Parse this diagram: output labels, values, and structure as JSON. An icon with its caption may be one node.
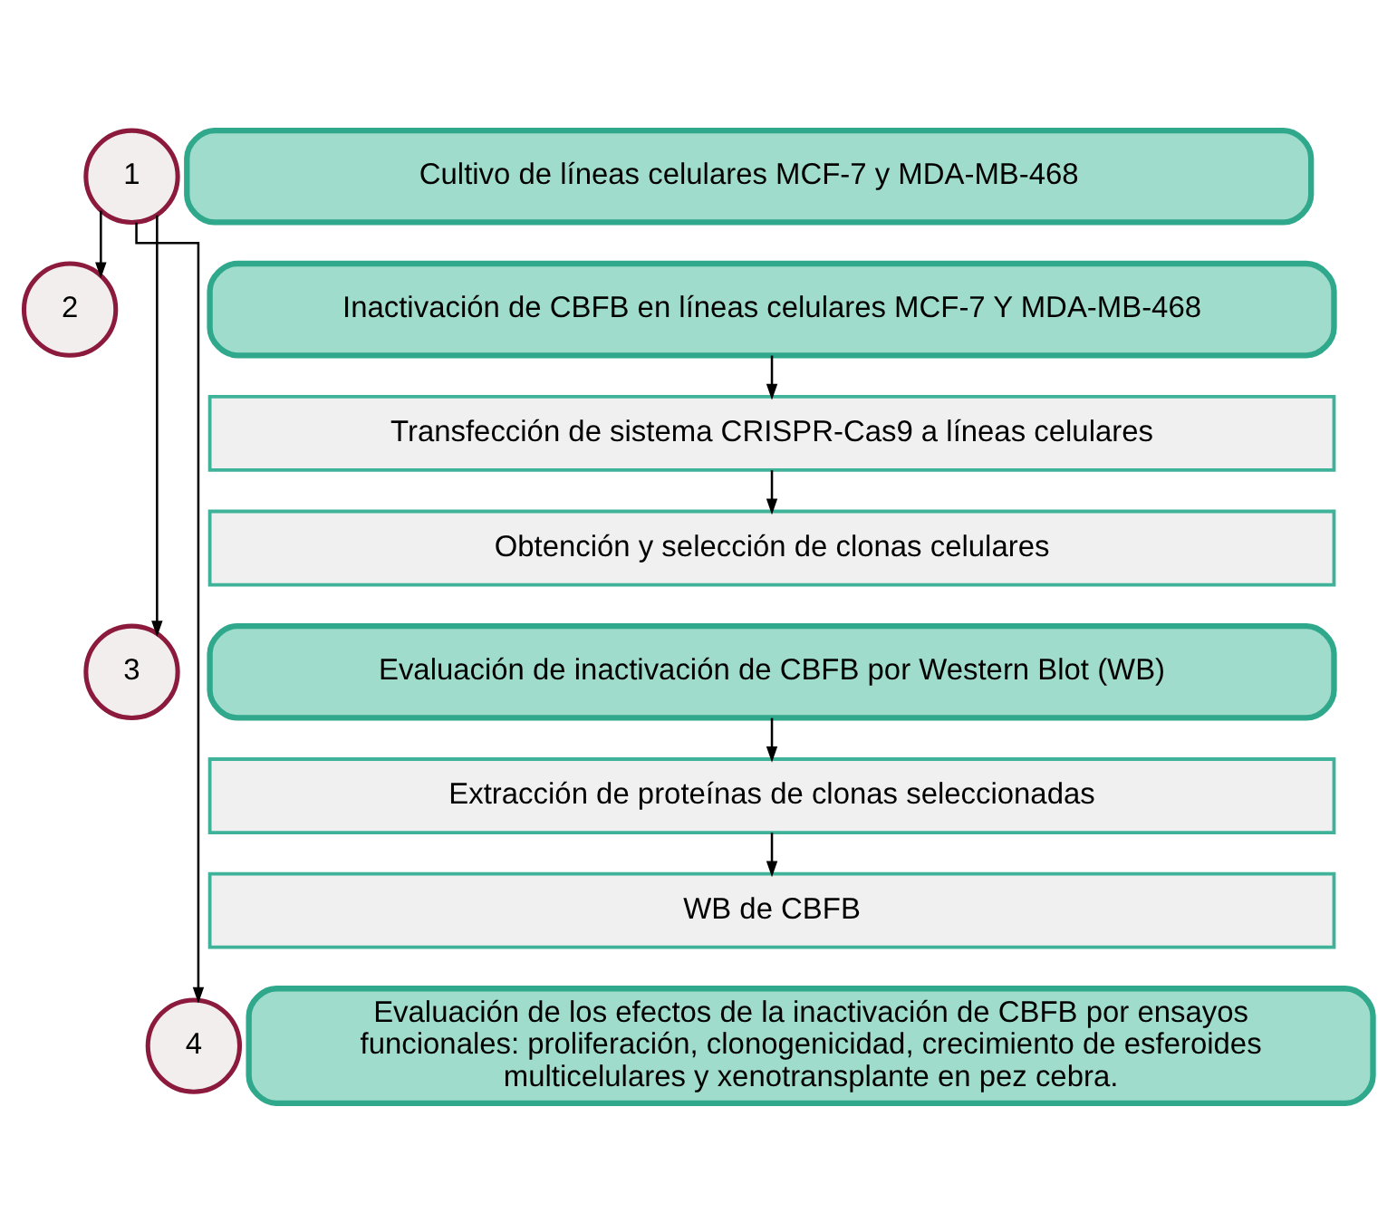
{
  "diagram": {
    "nodes": [
      {
        "text": [
          "1"
        ]
      },
      {
        "text": [
          "Cultivo de líneas celulares MCF-7 y MDA-MB-468"
        ]
      },
      {
        "text": [
          "2"
        ]
      },
      {
        "text": [
          "Inactivación de CBFB en líneas celulares MCF-7 Y MDA-MB-468"
        ]
      },
      {
        "text": [
          "Transfección de sistema CRISPR-Cas9 a líneas celulares"
        ]
      },
      {
        "text": [
          "Obtención y selección de clonas celulares"
        ]
      },
      {
        "text": [
          "3"
        ]
      },
      {
        "text": [
          "Evaluación de inactivación de CBFB por Western Blot (WB)"
        ]
      },
      {
        "text": [
          "Extracción de proteínas de clonas seleccionadas"
        ]
      },
      {
        "text": [
          "WB de CBFB"
        ]
      },
      {
        "text": [
          "4"
        ]
      },
      {
        "text": [
          "Evaluación de los efectos de la inactivación de CBFB por ensayos funcionales: proliferación, clonogenicidad, crecimiento de esferoides multicelulares y xenotransplante en pez cebra."
        ]
      }
    ],
    "edges": [
      {
        "from": 0,
        "to": 2,
        "arrow": "to"
      },
      {
        "from": 0,
        "to": 6,
        "arrow": "to"
      },
      {
        "from": 0,
        "to": 10,
        "arrow": "to"
      },
      {
        "from": 3,
        "to": 4,
        "arrow": "to"
      },
      {
        "from": 4,
        "to": 5,
        "arrow": "to"
      },
      {
        "from": 7,
        "to": 8,
        "arrow": "to"
      },
      {
        "from": 8,
        "to": 9,
        "arrow": "to"
      }
    ]
  }
}
